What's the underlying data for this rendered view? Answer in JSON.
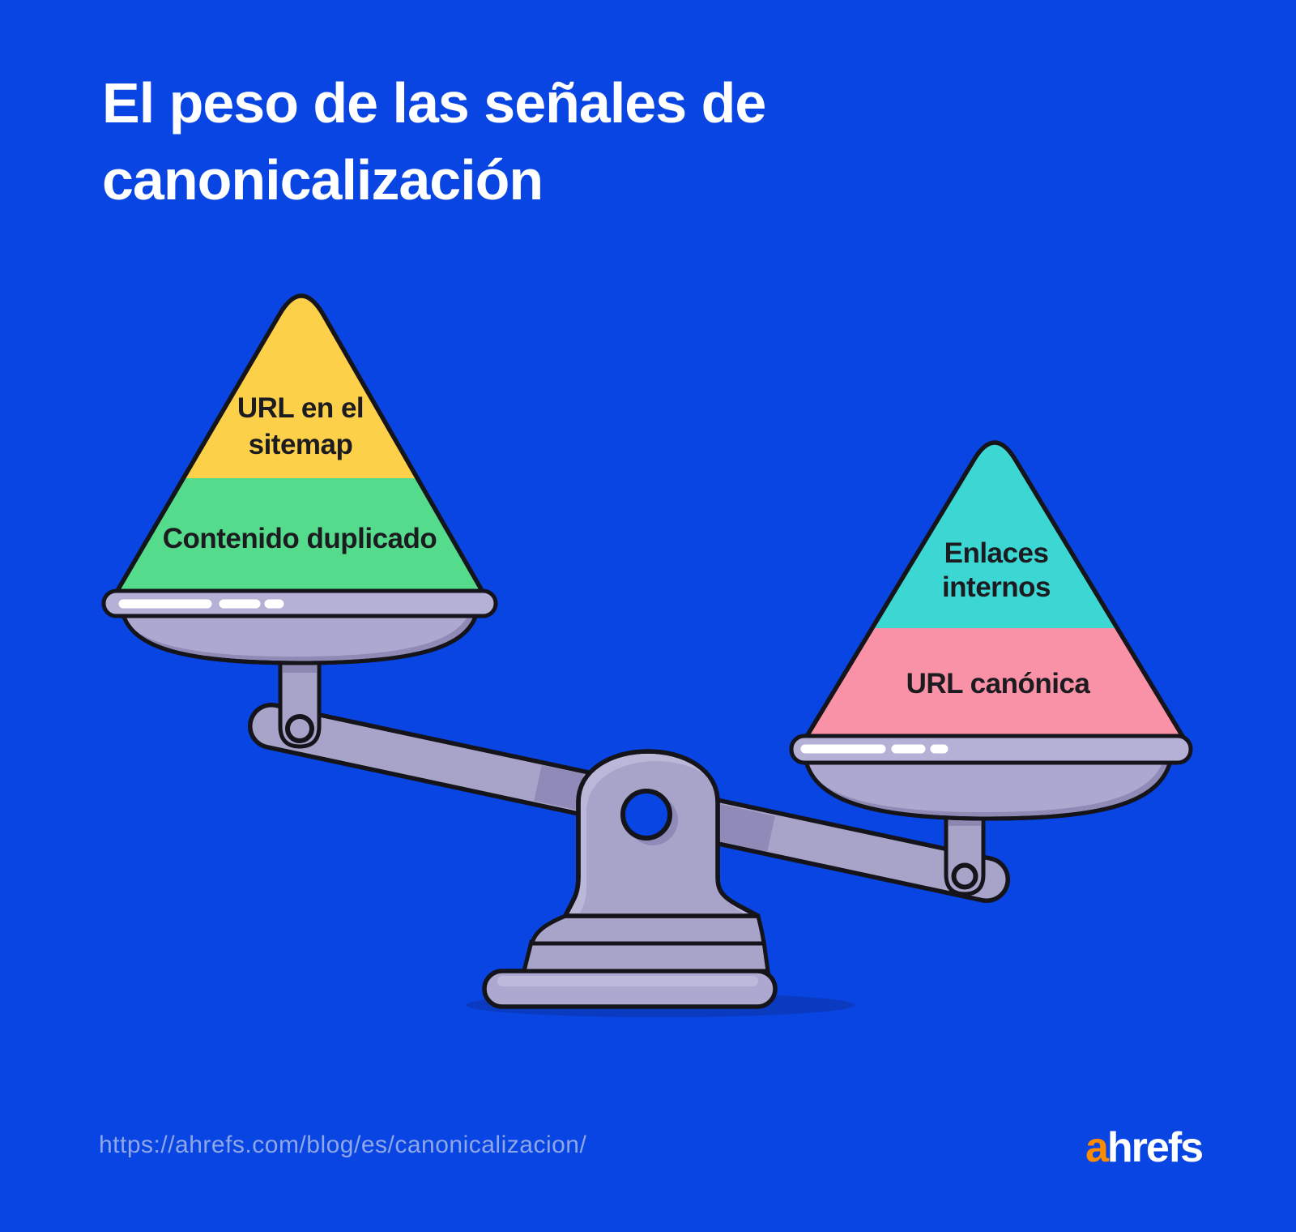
{
  "title": {
    "line1": "El peso de las señales de",
    "line2": "canonicalización"
  },
  "scale": {
    "description": "balance-scale-tilted-left-down",
    "left_pyramid": {
      "top_label": "URL en el sitemap",
      "bottom_label": "Contenido duplicado",
      "top_color": "#FDD04A",
      "bottom_color": "#55DB8C"
    },
    "right_pyramid": {
      "top_label": "Enlaces internos",
      "bottom_label": "URL canónica",
      "top_color": "#3DD7D3",
      "bottom_color": "#FA92A7"
    }
  },
  "footer": {
    "source_url": "https://ahrefs.com/blog/es/canonicalizacion/",
    "brand": {
      "accent_letter": "a",
      "rest": "hrefs",
      "accent_color": "#FB8C00"
    }
  },
  "colors": {
    "background": "#0845E3",
    "metal": "#A8A4C9",
    "metal_light": "#BAB7D9",
    "metal_dark": "#8F8AB6",
    "outline": "#14141A",
    "ground_shadow": "#0A3ABF",
    "label_text": "#1B1B20",
    "url_text": "#8EA7E6",
    "title_text": "#FFFFFF"
  }
}
